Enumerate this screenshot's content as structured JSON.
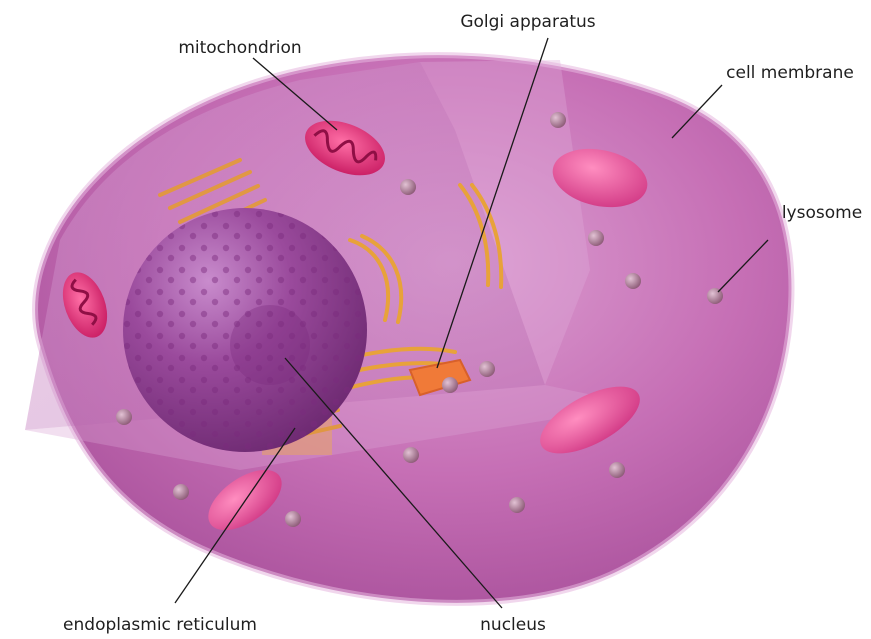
{
  "labels": {
    "mitochondrion": "mitochondrion",
    "golgi": "Golgi apparatus",
    "cell_membrane": "cell membrane",
    "lysosome": "lysosome",
    "endoplasmic_reticulum": "endoplasmic reticulum",
    "nucleus": "nucleus"
  },
  "colors": {
    "cytoplasm": "#c66fb5",
    "cytoplasm_dark": "#a14a95",
    "membrane_rim": "#b05aa6",
    "nucleus": "#8e3a8f",
    "nucleus_light": "#b865b8",
    "mitochondrion": "#e0307a",
    "golgi": "#e8a23a",
    "er": "#e9a653",
    "lysosome": "#9d6e86"
  }
}
